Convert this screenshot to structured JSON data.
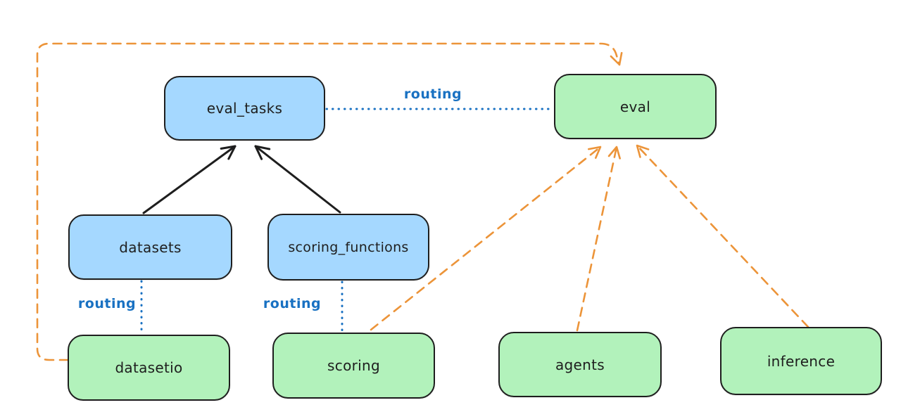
{
  "canvas": {
    "background": "#ffffff"
  },
  "palette": {
    "node_border": "#1e1e1e",
    "node_text": "#1e1e1e",
    "blue_node_fill": "#a5d8ff",
    "green_node_fill": "#b2f2bb",
    "routing_blue": "#1971c2",
    "orange_dashed": "#ec9439",
    "black_arrow": "#1e1e1e"
  },
  "nodes": [
    {
      "id": "eval_tasks",
      "label": "eval_tasks",
      "fill": "blue"
    },
    {
      "id": "eval",
      "label": "eval",
      "fill": "green"
    },
    {
      "id": "datasets",
      "label": "datasets",
      "fill": "blue"
    },
    {
      "id": "scoring_functions",
      "label": "scoring_functions",
      "fill": "blue"
    },
    {
      "id": "datasetio",
      "label": "datasetio",
      "fill": "green"
    },
    {
      "id": "scoring",
      "label": "scoring",
      "fill": "green"
    },
    {
      "id": "agents",
      "label": "agents",
      "fill": "green"
    },
    {
      "id": "inference",
      "label": "inference",
      "fill": "green"
    }
  ],
  "edge_labels": [
    {
      "text": "routing",
      "for": "eval_tasks-eval"
    },
    {
      "text": "routing",
      "for": "datasets-datasetio"
    },
    {
      "text": "routing",
      "for": "scoring_functions-scoring"
    }
  ],
  "edges": [
    {
      "from": "datasets",
      "to": "eval_tasks",
      "style": "solid",
      "color": "black",
      "arrowhead": true
    },
    {
      "from": "scoring_functions",
      "to": "eval_tasks",
      "style": "solid",
      "color": "black",
      "arrowhead": true
    },
    {
      "from": "eval_tasks",
      "to": "eval",
      "style": "dotted",
      "color": "blue",
      "arrowhead": false,
      "label": "routing"
    },
    {
      "from": "datasets",
      "to": "datasetio",
      "style": "dotted",
      "color": "blue",
      "arrowhead": false,
      "label": "routing"
    },
    {
      "from": "scoring_functions",
      "to": "scoring",
      "style": "dotted",
      "color": "blue",
      "arrowhead": false,
      "label": "routing"
    },
    {
      "from": "datasetio",
      "to": "eval",
      "style": "dashed",
      "color": "orange",
      "arrowhead": true
    },
    {
      "from": "scoring",
      "to": "eval",
      "style": "dashed",
      "color": "orange",
      "arrowhead": true
    },
    {
      "from": "agents",
      "to": "eval",
      "style": "dashed",
      "color": "orange",
      "arrowhead": true
    },
    {
      "from": "inference",
      "to": "eval",
      "style": "dashed",
      "color": "orange",
      "arrowhead": true
    }
  ]
}
